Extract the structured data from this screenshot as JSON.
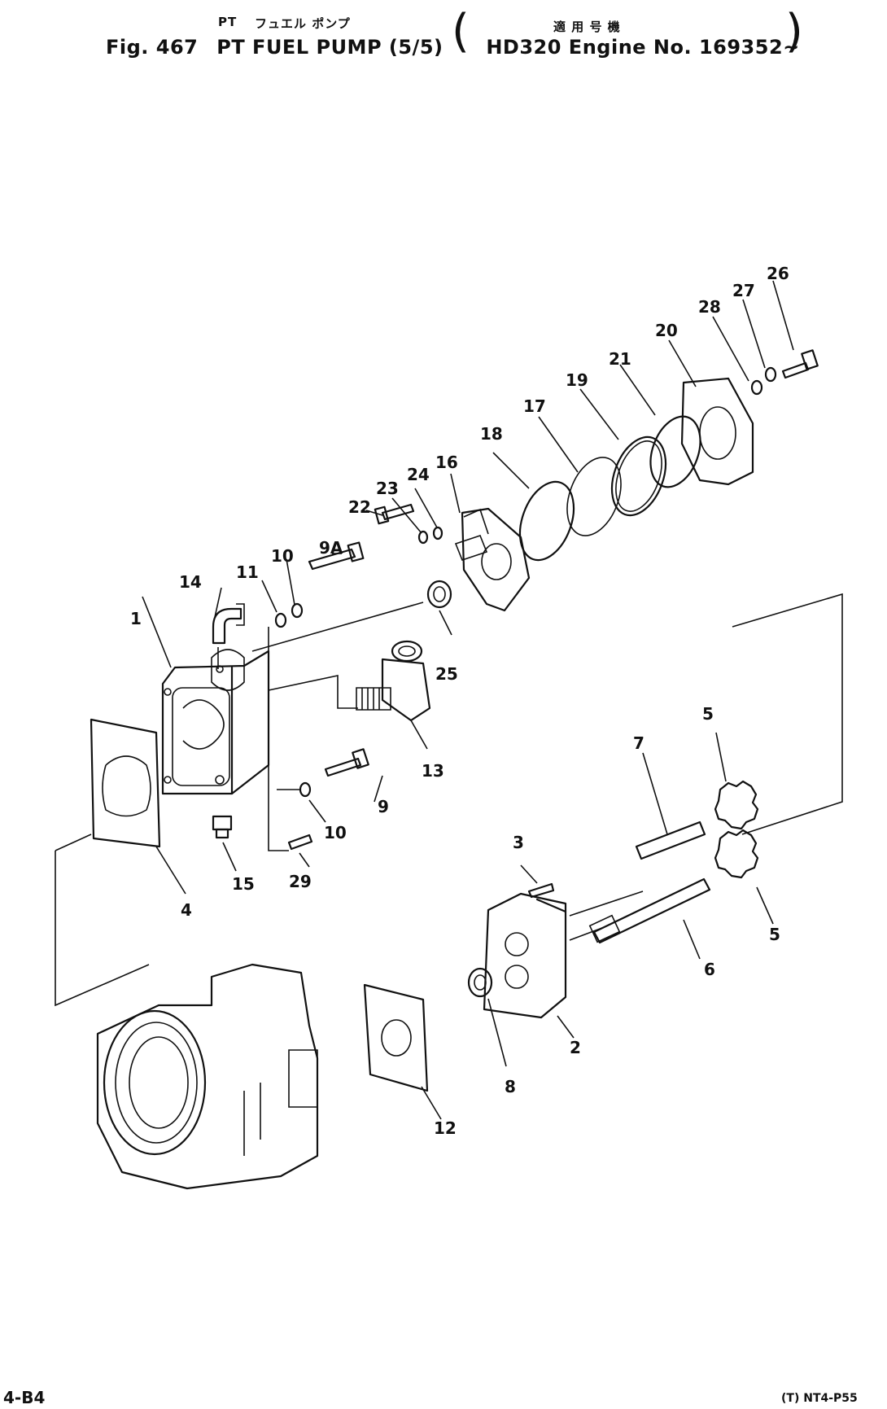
{
  "header": {
    "jp_left_1": "PT",
    "jp_left_2": "フュエル ポンプ",
    "jp_right": "適 用 号 機",
    "fig_label": "Fig. 467",
    "title": "PT FUEL PUMP (5/5)",
    "applicability": "HD320 Engine No. 169352~"
  },
  "footer": {
    "page": "4-B4",
    "code": "(T) NT4-P55"
  },
  "callouts": [
    "1",
    "2",
    "3",
    "4",
    "5",
    "5",
    "6",
    "7",
    "8",
    "9",
    "9A",
    "10",
    "10",
    "11",
    "12",
    "13",
    "14",
    "15",
    "16",
    "17",
    "18",
    "19",
    "20",
    "21",
    "22",
    "23",
    "24",
    "25",
    "26",
    "27",
    "28",
    "29"
  ]
}
